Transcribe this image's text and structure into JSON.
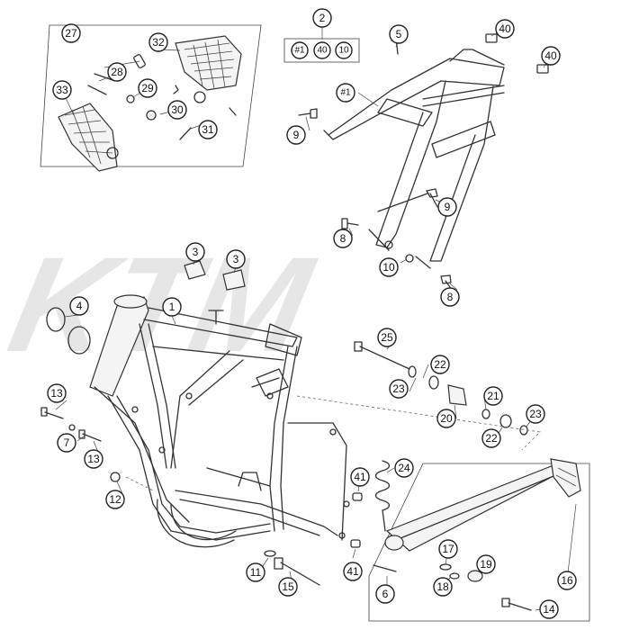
{
  "callouts": [
    {
      "id": "c1",
      "label": "1"
    },
    {
      "id": "c2",
      "label": "2"
    },
    {
      "id": "c3a",
      "label": "3"
    },
    {
      "id": "c3b",
      "label": "3"
    },
    {
      "id": "c4",
      "label": "4"
    },
    {
      "id": "c5",
      "label": "5"
    },
    {
      "id": "c6",
      "label": "6"
    },
    {
      "id": "c7",
      "label": "7"
    },
    {
      "id": "c8a",
      "label": "8"
    },
    {
      "id": "c8b",
      "label": "8"
    },
    {
      "id": "c9a",
      "label": "9"
    },
    {
      "id": "c9b",
      "label": "9"
    },
    {
      "id": "c10a",
      "label": "10"
    },
    {
      "id": "c11",
      "label": "11"
    },
    {
      "id": "c12",
      "label": "12"
    },
    {
      "id": "c13a",
      "label": "13"
    },
    {
      "id": "c13b",
      "label": "13"
    },
    {
      "id": "c14",
      "label": "14"
    },
    {
      "id": "c15",
      "label": "15"
    },
    {
      "id": "c16",
      "label": "16"
    },
    {
      "id": "c17",
      "label": "17"
    },
    {
      "id": "c18",
      "label": "18"
    },
    {
      "id": "c19",
      "label": "19"
    },
    {
      "id": "c20",
      "label": "20"
    },
    {
      "id": "c21",
      "label": "21"
    },
    {
      "id": "c22a",
      "label": "22"
    },
    {
      "id": "c22b",
      "label": "22"
    },
    {
      "id": "c23a",
      "label": "23"
    },
    {
      "id": "c23b",
      "label": "23"
    },
    {
      "id": "c24",
      "label": "24"
    },
    {
      "id": "c25",
      "label": "25"
    },
    {
      "id": "c27",
      "label": "27"
    },
    {
      "id": "c28",
      "label": "28"
    },
    {
      "id": "c29",
      "label": "29"
    },
    {
      "id": "c30",
      "label": "30"
    },
    {
      "id": "c31",
      "label": "31"
    },
    {
      "id": "c32",
      "label": "32"
    },
    {
      "id": "c33",
      "label": "33"
    },
    {
      "id": "c40a",
      "label": "40"
    },
    {
      "id": "c40b",
      "label": "40"
    },
    {
      "id": "c41a",
      "label": "41"
    },
    {
      "id": "c41b",
      "label": "41"
    },
    {
      "id": "cH1",
      "label": "#1"
    }
  ],
  "kit_group": [
    {
      "id": "k1",
      "label": "#1"
    },
    {
      "id": "k2",
      "label": "40"
    },
    {
      "id": "k3",
      "label": "10"
    }
  ],
  "watermark": "KTM",
  "colors": {
    "line": "#333333",
    "watermark": "#e6e6e6",
    "background": "#ffffff"
  }
}
